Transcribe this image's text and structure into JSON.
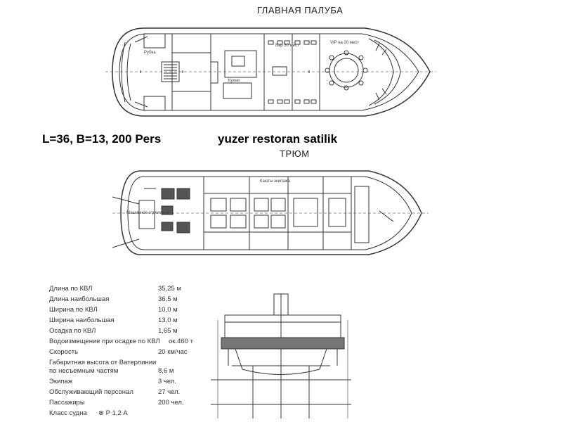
{
  "main_deck_title": "ГЛАВНАЯ ПАЛУБА",
  "hold_title": "ТРЮМ",
  "summary": "L=36, B=13, 200 Pers",
  "listing": "yuzer restoran satilik",
  "specs": [
    {
      "label": "Длина по КВЛ",
      "value": "35,25 м"
    },
    {
      "label": "Длина наибольшая",
      "value": "36,5 м"
    },
    {
      "label": "Ширина по КВЛ",
      "value": "10,0 м"
    },
    {
      "label": "Ширина наибольшая",
      "value": "13,0 м"
    },
    {
      "label": "Осадка по КВЛ",
      "value": "1,65 м"
    },
    {
      "label": "Водоизмещение при осадке по КВЛ",
      "value": "ок.460 т"
    },
    {
      "label": "Скорость",
      "value": "20 км/час"
    },
    {
      "label": "Габаритная высота от Ватерлинии",
      "value": ""
    },
    {
      "label": "по несъемным частям",
      "value": "8,6 м"
    },
    {
      "label": "Экипаж",
      "value": "3 чел."
    },
    {
      "label": "Обслуживающий персонал",
      "value": "27 чел."
    },
    {
      "label": "Пассажиры",
      "value": "200 чел."
    },
    {
      "label": "Класс судна",
      "value": "⊕ Р 1,2 А"
    }
  ],
  "deck_labels": {
    "toilet": "Рубка",
    "bar": "Бар 30 мест",
    "vip": "VIP на 20 мест",
    "kitchen": "Кухня",
    "engine": "Машинное отделение",
    "crew_cabins": "Каюты экипажа"
  }
}
